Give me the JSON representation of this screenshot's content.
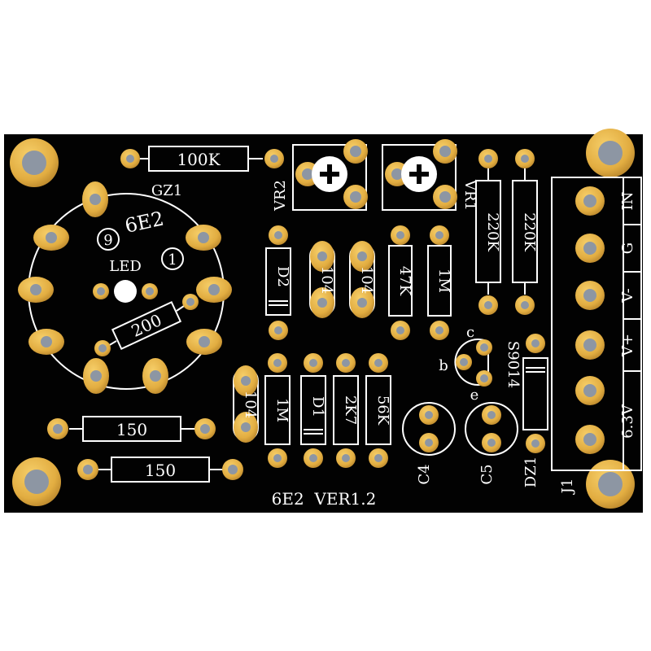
{
  "board": {
    "title": "6E2  VER1.2",
    "colors": {
      "board": "#020202",
      "pad": "#e8b54a",
      "pad_shade": "#b7862a",
      "drill": "#8d96a3",
      "silk": "#ffffff"
    }
  },
  "tube": {
    "ref": "GZ1",
    "type": "6E2",
    "pin_first": "1",
    "pin_last": "9",
    "led_label": "LED",
    "resistor_value": "200"
  },
  "resistors": {
    "r_top": "100K",
    "r_150_a": "150",
    "r_150_b": "150",
    "r_47k": "47K",
    "r_1m_top": "1M",
    "r_220k_a": "220K",
    "r_220k_b": "220K",
    "r_1m_bottom": "1M",
    "r_2k7": "2K7",
    "r_56k": "56K"
  },
  "capacitors": {
    "c_104_a": "104",
    "c_104_b": "104",
    "c_104_c": "104",
    "c4": "C4",
    "c5": "C5"
  },
  "diodes": {
    "d2": "D2",
    "d1": "D1",
    "dz1": "DZ1"
  },
  "pots": {
    "vr1": "VR1",
    "vr2": "VR2"
  },
  "transistor": {
    "part": "S9014",
    "pin_c": "c",
    "pin_b": "b",
    "pin_e": "e"
  },
  "connector": {
    "ref": "J1",
    "pins": [
      "IN",
      "G",
      "V-",
      "V+",
      "6.3V"
    ]
  }
}
